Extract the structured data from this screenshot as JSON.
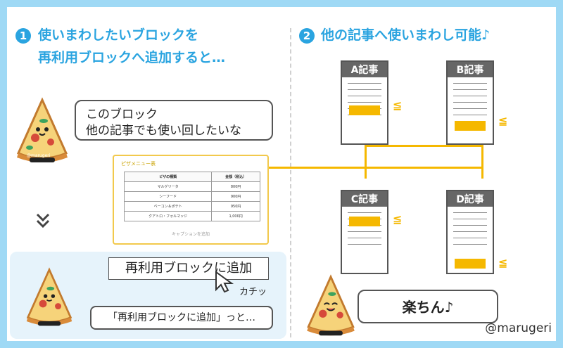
{
  "step1": {
    "number": "1",
    "line1": "使いまわしたいブロックを",
    "line2": "再利用ブロックへ追加すると…"
  },
  "step2": {
    "number": "2",
    "text": "他の記事へ使いまわし可能♪"
  },
  "speech_top": {
    "line1": "このブロック",
    "line2": "他の記事でも使い回したいな"
  },
  "table": {
    "title": "ピザメニュー表",
    "headers": [
      "ピザの種類",
      "金額（税込）"
    ],
    "rows": [
      [
        "マルゲリータ",
        "800円"
      ],
      [
        "シーフード",
        "900円"
      ],
      [
        "ベーコン＆ポテト",
        "950円"
      ],
      [
        "クアトロ・フォルマッジ",
        "1,000円"
      ]
    ],
    "caption": "キャプションを追加"
  },
  "action_button": "再利用ブロックに追加",
  "click_sound": "カチッ",
  "speech_bottom": "「再利用ブロックに追加」っと…",
  "articles": [
    "A記事",
    "B記事",
    "C記事",
    "D記事"
  ],
  "speech_right": "楽ちん♪",
  "mascot_tag": "@marugeri",
  "watermark": "@marugeri",
  "colors": {
    "accent": "#2aa4e0",
    "highlight": "#f5b800",
    "background": "#9fd9f5"
  }
}
